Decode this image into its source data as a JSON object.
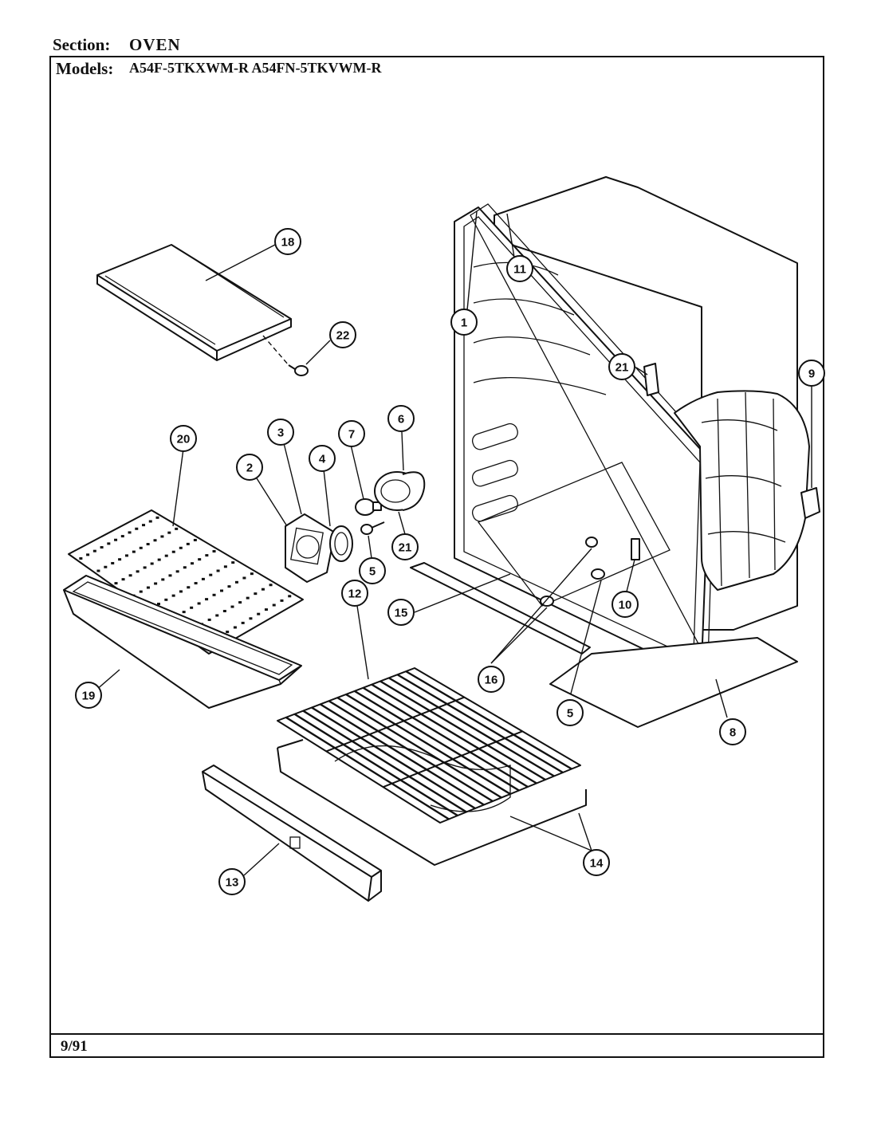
{
  "header": {
    "section_label": "Section:",
    "section_value": "OVEN",
    "models_label": "Models:",
    "models_value": "A54F-5TKXWM-R  A54FN-5TKVWM-R"
  },
  "footer": {
    "date": "9/91"
  },
  "callouts": [
    {
      "id": "c18",
      "label": "18"
    },
    {
      "id": "c22",
      "label": "22"
    },
    {
      "id": "c1",
      "label": "1"
    },
    {
      "id": "c11",
      "label": "11"
    },
    {
      "id": "c21a",
      "label": "21"
    },
    {
      "id": "c9",
      "label": "9"
    },
    {
      "id": "c20",
      "label": "20"
    },
    {
      "id": "c3",
      "label": "3"
    },
    {
      "id": "c2",
      "label": "2"
    },
    {
      "id": "c4",
      "label": "4"
    },
    {
      "id": "c7",
      "label": "7"
    },
    {
      "id": "c6",
      "label": "6"
    },
    {
      "id": "c5a",
      "label": "5"
    },
    {
      "id": "c21b",
      "label": "21"
    },
    {
      "id": "c12",
      "label": "12"
    },
    {
      "id": "c15",
      "label": "15"
    },
    {
      "id": "c10",
      "label": "10"
    },
    {
      "id": "c16",
      "label": "16"
    },
    {
      "id": "c5b",
      "label": "5"
    },
    {
      "id": "c8",
      "label": "8"
    },
    {
      "id": "c19",
      "label": "19"
    },
    {
      "id": "c14",
      "label": "14"
    },
    {
      "id": "c13",
      "label": "13"
    }
  ]
}
